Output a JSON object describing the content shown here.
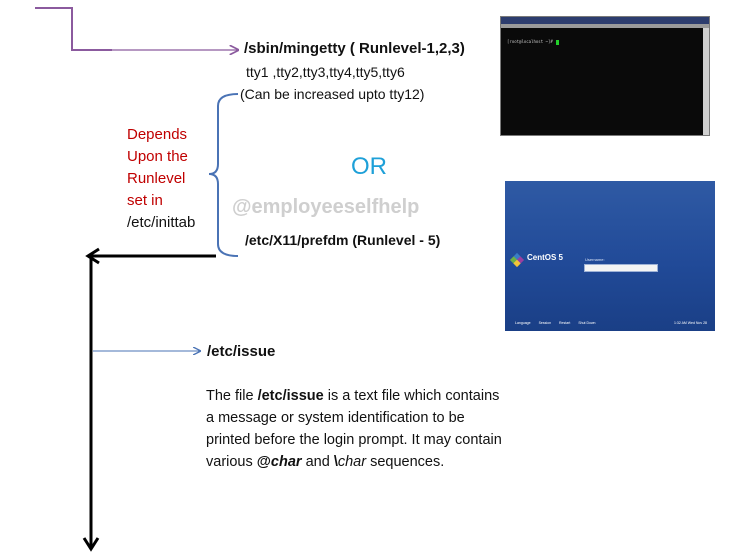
{
  "mingetty": {
    "title": "/sbin/mingetty  ( Runlevel-1,2,3)",
    "ttys": "tty1 ,tty2,tty3,tty4,tty5,tty6",
    "note": "(Can be increased upto tty12)"
  },
  "depends": {
    "line1": "Depends",
    "line2": "Upon the",
    "line3": "Runlevel",
    "line4": "set in",
    "line5": "/etc/inittab"
  },
  "or_text": "OR",
  "watermark": "@employeeselfhelp",
  "prefdm": "/etc/X11/prefdm (Runlevel - 5)",
  "issue": {
    "title": "/etc/issue",
    "p1": "The file ",
    "p1_bold": "/etc/issue",
    "p2": " is a text file which contains a message or system identification to be printed before the login prompt. It may contain various ",
    "p2_bold": "@",
    "p2_italic": "char",
    "p3": " and ",
    "p3_bold": "\\",
    "p3_italic": "char",
    "p4": " sequences."
  },
  "terminal_thumb": {
    "prompt": "[root@localhost ~]#"
  },
  "centos_thumb": {
    "logo": "CentOS 5",
    "username_label": "Username:",
    "bottom_items": [
      "Language",
      "Session",
      "Restart",
      "Shut Down"
    ],
    "clock": "1:32 AM Wed Nov 28"
  },
  "colors": {
    "flow_line": "#8b5a9e",
    "bracket": "#4a73b5",
    "red_text": "#c00000",
    "or_text": "#1ea0d8",
    "watermark": "#cfcfcf"
  }
}
